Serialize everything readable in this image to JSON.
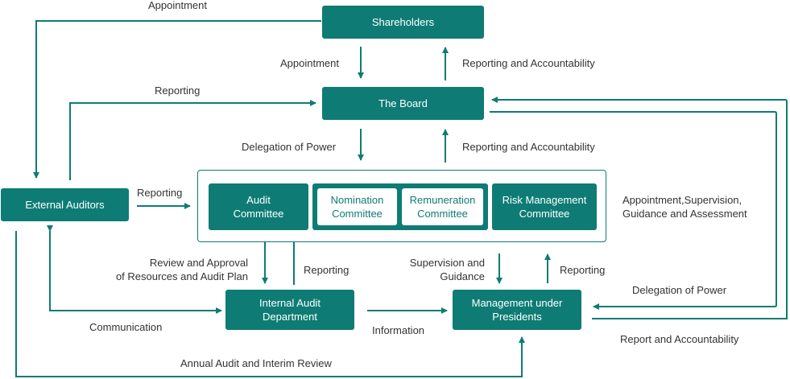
{
  "colors": {
    "accent": "#0e7c74",
    "text": "#333333"
  },
  "boxes": {
    "shareholders": "Shareholders",
    "board": "The Board",
    "external_auditors": "External Auditors",
    "audit_committee": "Audit\nCommittee",
    "nomination_committee": "Nomination\nCommittee",
    "remuneration_committee": "Remuneration\nCommittee",
    "risk_committee": "Risk Management\nCommittee",
    "internal_audit": "Internal Audit\nDepartment",
    "management": "Management under\nPresidents"
  },
  "labels": {
    "appointment_top": "Appointment",
    "appointment_mid": "Appointment",
    "reporting_accountability_1": "Reporting and Accountability",
    "reporting_board": "Reporting",
    "delegation_power_1": "Delegation of Power",
    "reporting_accountability_2": "Reporting and Accountability",
    "reporting_ext": "Reporting",
    "appointment_supervision": "Appointment,Supervision,\nGuidance and Assessment",
    "review_approval": "Review and Approval\nof Resources and Audit Plan",
    "reporting_ia": "Reporting",
    "supervision_guidance": "Supervision and\nGuidance",
    "reporting_mgmt": "Reporting",
    "delegation_power_2": "Delegation of Power",
    "communication": "Communication",
    "information": "Information",
    "report_accountability": "Report and Accountability",
    "annual_audit": "Annual Audit and Interim Review"
  }
}
